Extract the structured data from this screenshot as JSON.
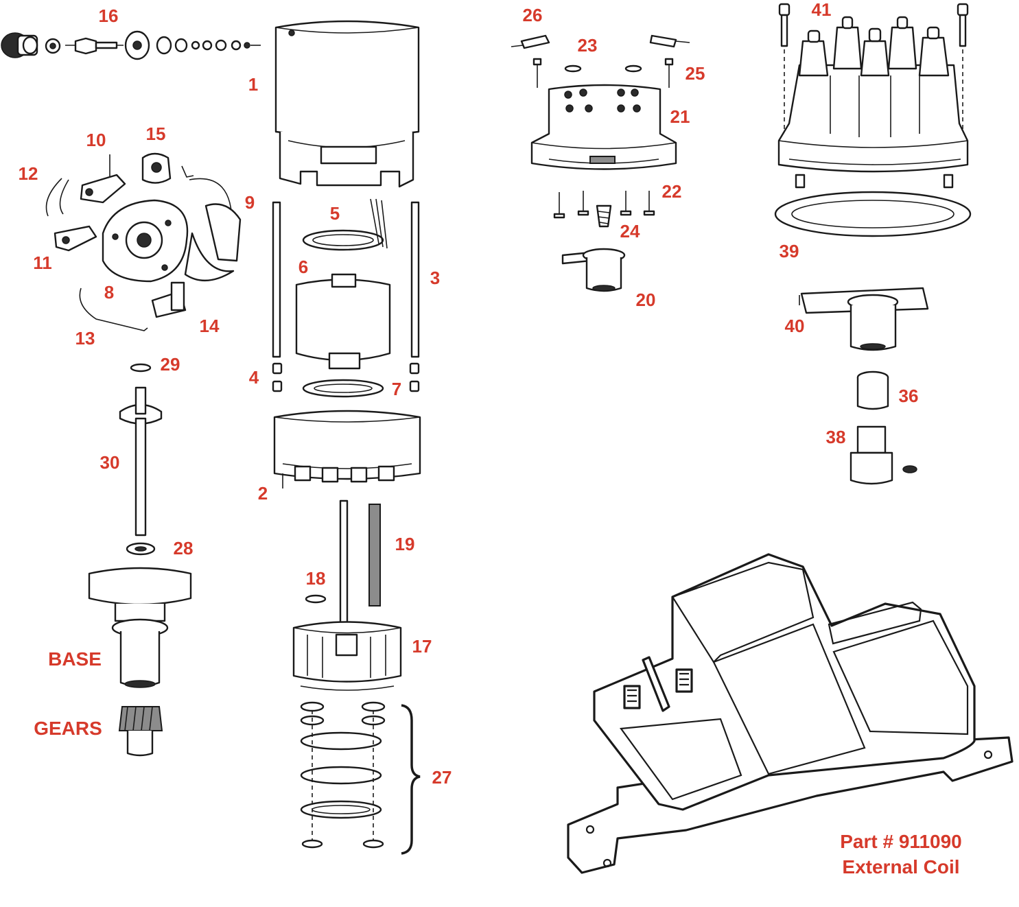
{
  "colors": {
    "label": "#d63a2b",
    "line": "#1a1a1a",
    "shade": "#8c8c8c"
  },
  "labels": {
    "p1": "1",
    "p2": "2",
    "p3": "3",
    "p4": "4",
    "p5": "5",
    "p6": "6",
    "p7": "7",
    "p8": "8",
    "p9": "9",
    "p10": "10",
    "p11": "11",
    "p12": "12",
    "p13": "13",
    "p14": "14",
    "p15": "15",
    "p16": "16",
    "p17": "17",
    "p18": "18",
    "p19": "19",
    "p20": "20",
    "p21": "21",
    "p22": "22",
    "p23": "23",
    "p24": "24",
    "p25": "25",
    "p26": "26",
    "p27": "27",
    "p28": "28",
    "p29": "29",
    "p30": "30",
    "p36": "36",
    "p38": "38",
    "p39": "39",
    "p40": "40",
    "p41": "41",
    "base": "BASE",
    "gears": "GEARS"
  },
  "caption": {
    "part_number": "Part # 911090",
    "name": "External Coil"
  }
}
